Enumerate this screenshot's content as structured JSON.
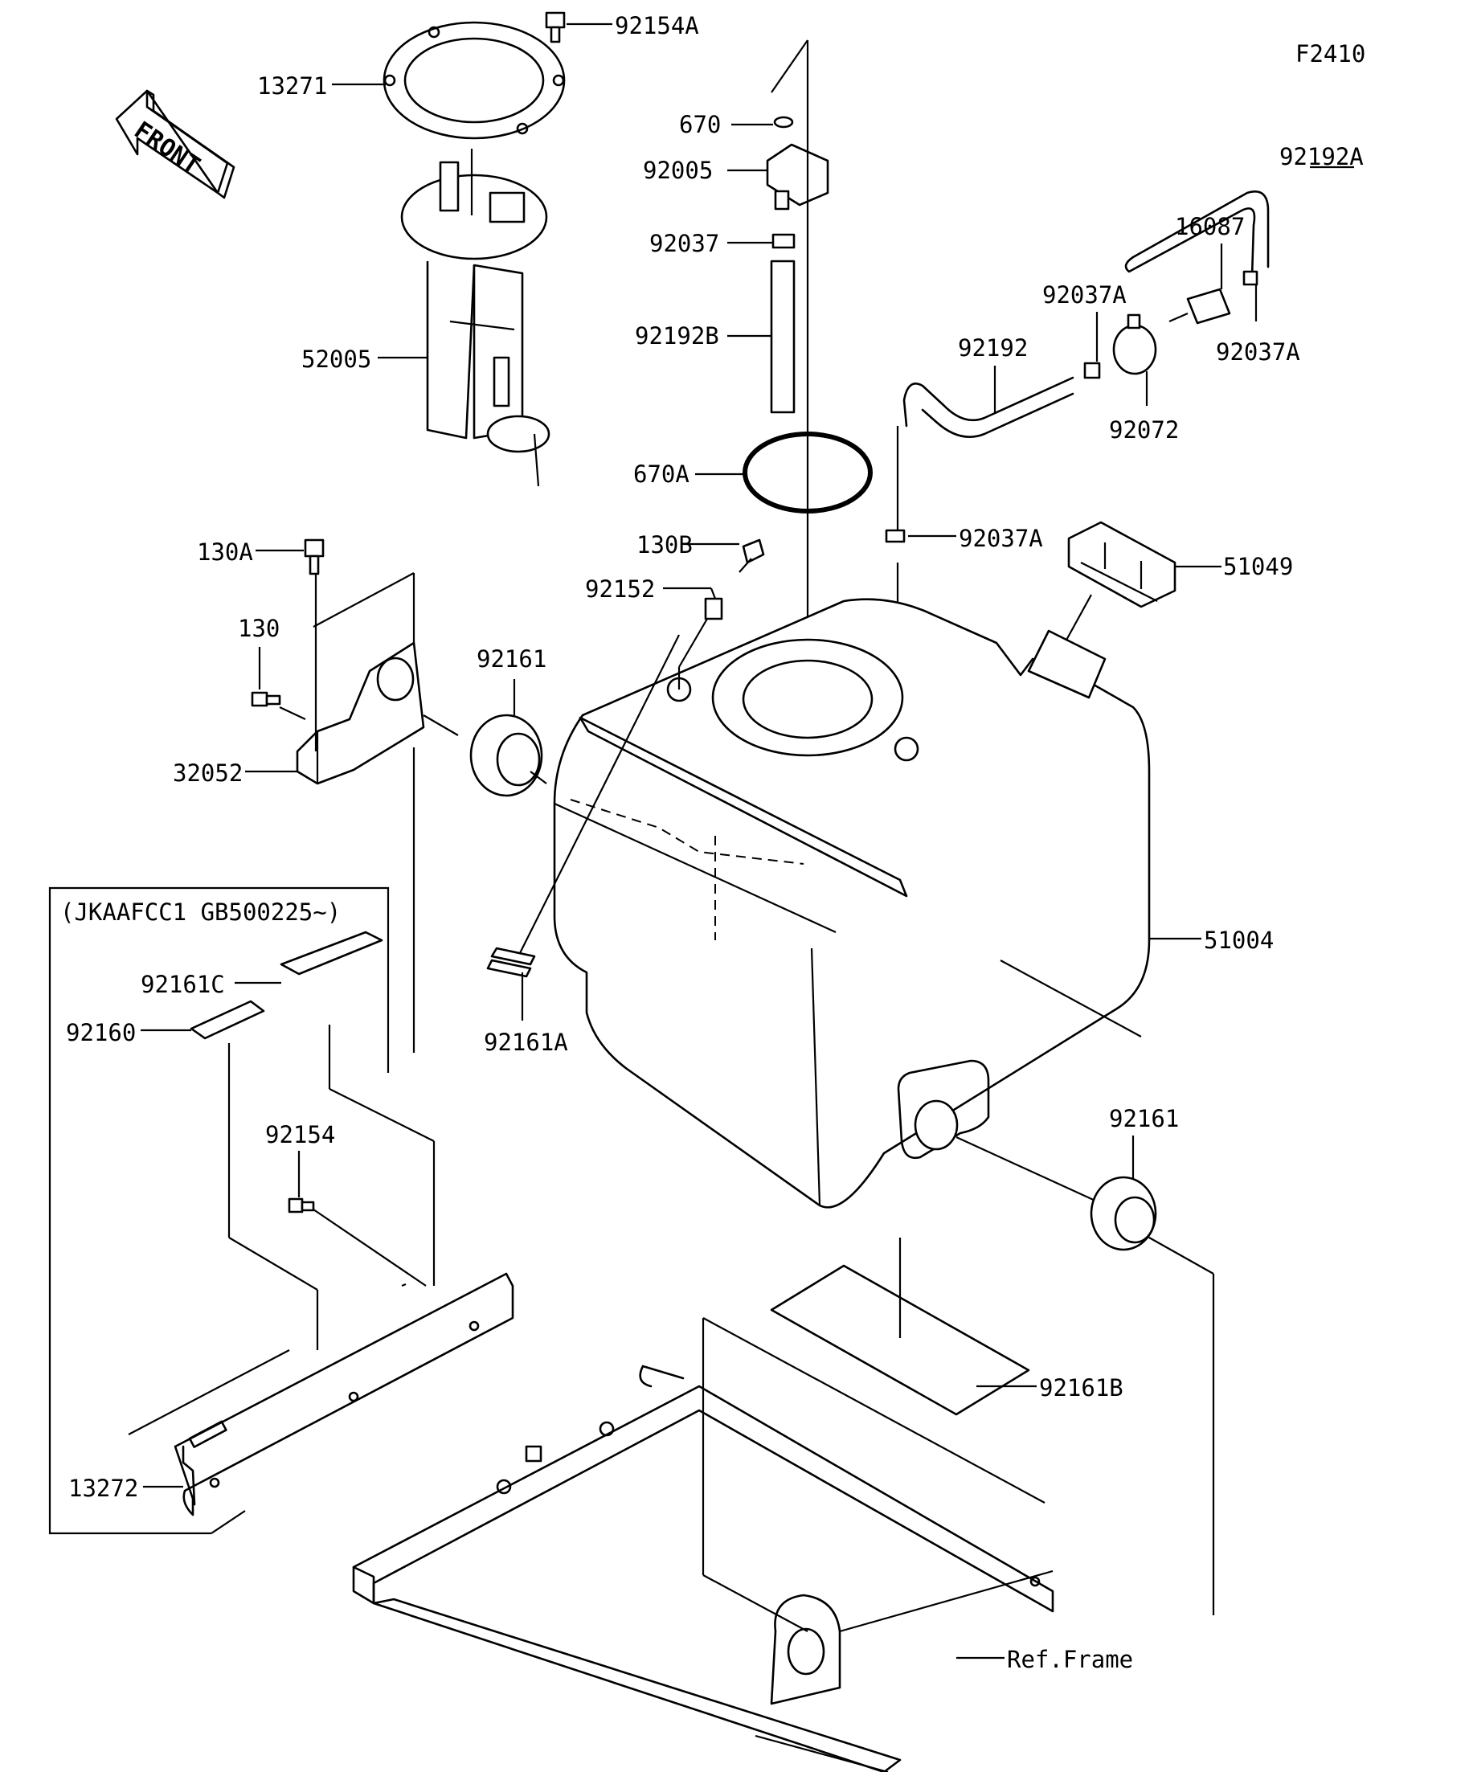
{
  "figure_code": "F2410",
  "front_label": "FRONT",
  "applicability_note": "(JKAAFCC1 GB500225~)",
  "reference_frame_label": "Ref.Frame",
  "parts": {
    "p92154A": "92154A",
    "p13271": "13271",
    "p52005": "52005",
    "p670": "670",
    "p92005": "92005",
    "p92037": "92037",
    "p92192B": "92192B",
    "p670A": "670A",
    "p92192A": "92192A",
    "p16087": "16087",
    "p92037A_top": "92037A",
    "p92037A_right": "92037A",
    "p92192": "92192",
    "p92072": "92072",
    "p92037A_mid": "92037A",
    "p51049": "51049",
    "p130A": "130A",
    "p130B": "130B",
    "p92152": "92152",
    "p130": "130",
    "p92161_left": "92161",
    "p32052": "32052",
    "p51004": "51004",
    "p92161C": "92161C",
    "p92160": "92160",
    "p92161A": "92161A",
    "p92154": "92154",
    "p92161_right": "92161",
    "p92161B": "92161B",
    "p13272": "13272"
  }
}
